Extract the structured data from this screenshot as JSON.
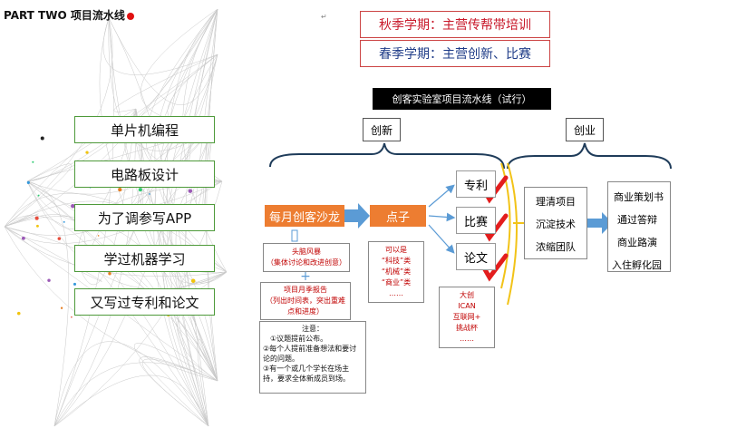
{
  "header": {
    "title": "PART TWO 项目流水线"
  },
  "skills": [
    "单片机编程",
    "电路板设计",
    "为了调参写APP",
    "学过机器学习",
    "又写过专利和论文"
  ],
  "semester": {
    "autumn": "秋季学期：主营传帮带培训",
    "spring": "春季学期：主营创新、比赛"
  },
  "diagram": {
    "banner": "创客实验室项目流水线（试行）",
    "innovation": "创新",
    "startup": "创业",
    "salon": "每月创客沙龙",
    "point": "点子",
    "outputs": [
      "专利",
      "比赛",
      "论文"
    ],
    "brainstorm": [
      "头脑风暴",
      "（集体讨论和改进创意）"
    ],
    "plus": "+",
    "report": [
      "项目月季报告",
      "（列出时间表，突出重难",
      "点和进度）"
    ],
    "types": [
      "可以是",
      "“科技”类",
      "“机械”类",
      "“商业”类",
      "……"
    ],
    "competitions": [
      "大创",
      "ICAN",
      "互联网+",
      "挑战杯",
      "……"
    ],
    "manage": [
      "理清项目",
      "沉淀技术",
      "浓缩团队"
    ],
    "business": [
      "商业策划书",
      "通过答辩",
      "商业路演",
      "入住孵化园"
    ],
    "notes": [
      "注意：",
      "①议题提前公布。",
      "②每个人提前准备想法和要讨论的问题。",
      "③有一个或几个学长在场主持，要求全体新成员到场。"
    ],
    "para": "↵"
  },
  "colors": {
    "green": "#4e9a3a",
    "orange": "#ed7d31",
    "red": "#c00000",
    "check": "#e31d1d",
    "arrowBlue": "#5b9bd5",
    "navy": "#1f3c5a"
  }
}
